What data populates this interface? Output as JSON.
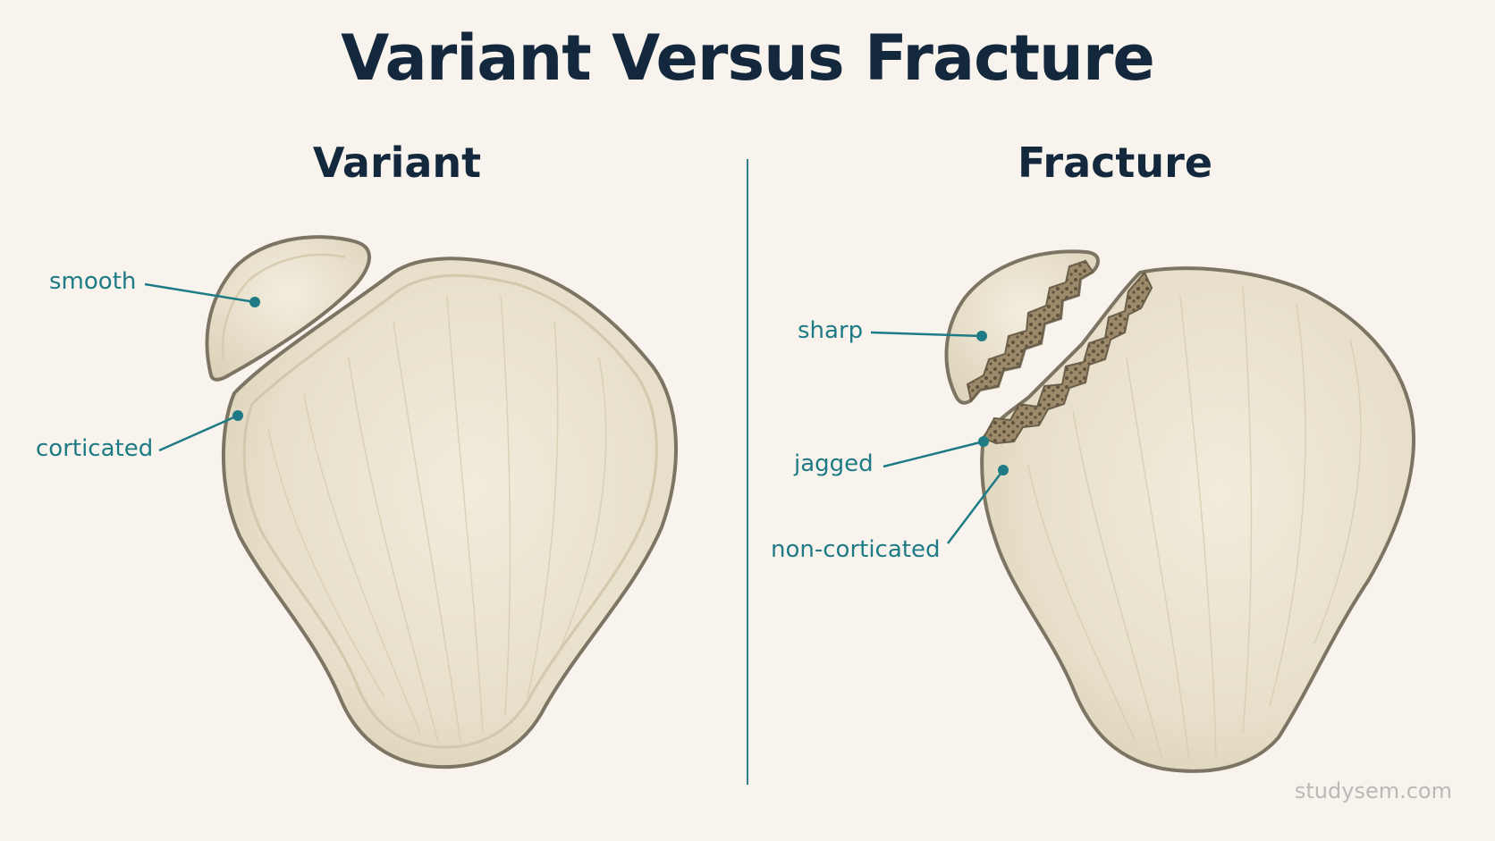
{
  "title": "Variant Versus Fracture",
  "panels": {
    "left": {
      "title": "Variant",
      "labels": {
        "smooth": "smooth",
        "corticated": "corticated"
      }
    },
    "right": {
      "title": "Fracture",
      "labels": {
        "sharp": "sharp",
        "jagged": "jagged",
        "non_corticated": "non-corticated"
      }
    }
  },
  "watermark": "studysem.com",
  "colors": {
    "background": "#f8f4ed",
    "title": "#13283d",
    "accent": "#1e7b86",
    "bone": "#ece5d2",
    "bone_outline": "#7d7563",
    "fracture_surface": "#8a7a60"
  }
}
